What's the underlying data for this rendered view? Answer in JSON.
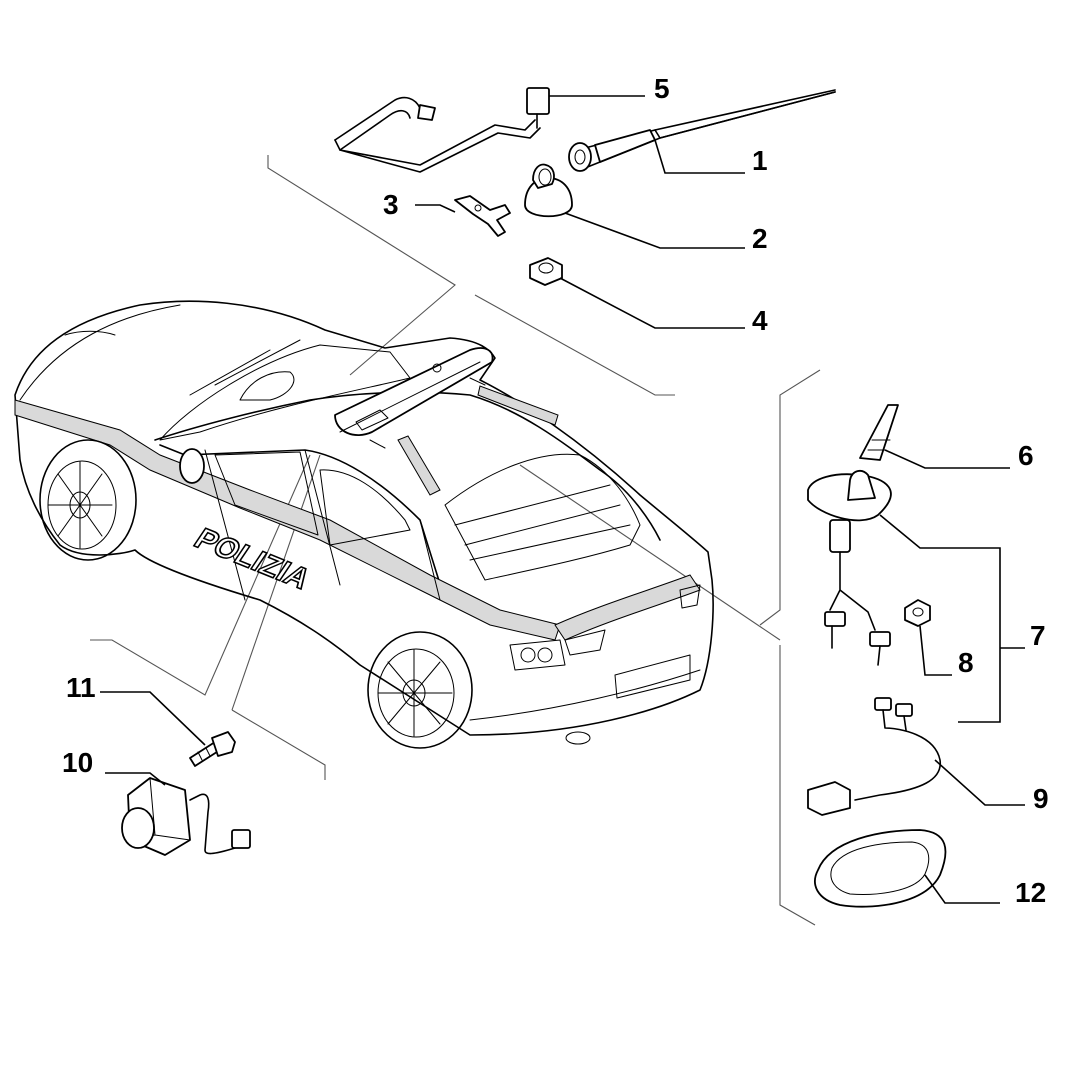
{
  "diagram": {
    "vehicle_door_lettering": "POLIZIA",
    "callouts": [
      {
        "id": "1",
        "label": "1"
      },
      {
        "id": "2",
        "label": "2"
      },
      {
        "id": "3",
        "label": "3"
      },
      {
        "id": "4",
        "label": "4"
      },
      {
        "id": "5",
        "label": "5"
      },
      {
        "id": "6",
        "label": "6"
      },
      {
        "id": "7",
        "label": "7"
      },
      {
        "id": "8",
        "label": "8"
      },
      {
        "id": "9",
        "label": "9"
      },
      {
        "id": "10",
        "label": "10"
      },
      {
        "id": "11",
        "label": "11"
      },
      {
        "id": "12",
        "label": "12"
      }
    ]
  }
}
